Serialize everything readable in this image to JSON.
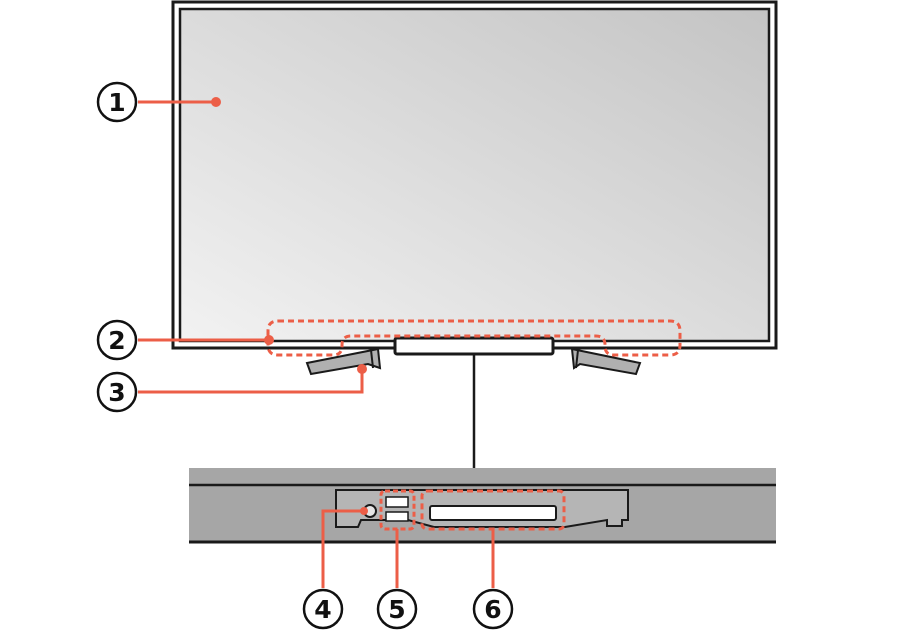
{
  "colors": {
    "callout_accent": "#ec5e47",
    "outline": "#1a1a1a",
    "screen_light": "#eeeeee",
    "screen_dark": "#c9c9c9",
    "bar_fill": "#a6a6a6"
  },
  "callouts": [
    {
      "number": "1",
      "part": "screen"
    },
    {
      "number": "2",
      "part": "bottom-bezel-region"
    },
    {
      "number": "3",
      "part": "stand-foot"
    },
    {
      "number": "4",
      "part": "round-sensor"
    },
    {
      "number": "5",
      "part": "small-indicator"
    },
    {
      "number": "6",
      "part": "long-slot"
    }
  ]
}
